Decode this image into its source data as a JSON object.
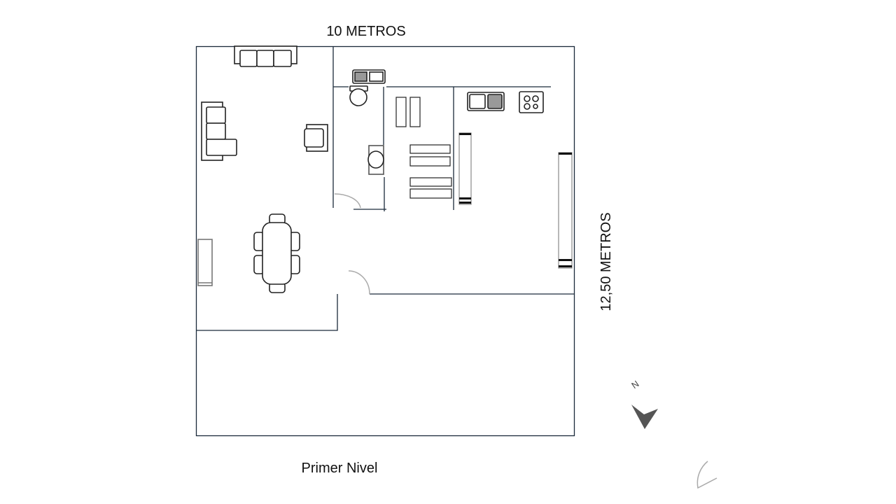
{
  "plan": {
    "width_label": "10 METROS",
    "height_label": "12,50 METROS",
    "caption": "Primer Nivel",
    "north_label": "N",
    "wall_color": "#1b2a3a",
    "arrow_color": "#555555"
  }
}
